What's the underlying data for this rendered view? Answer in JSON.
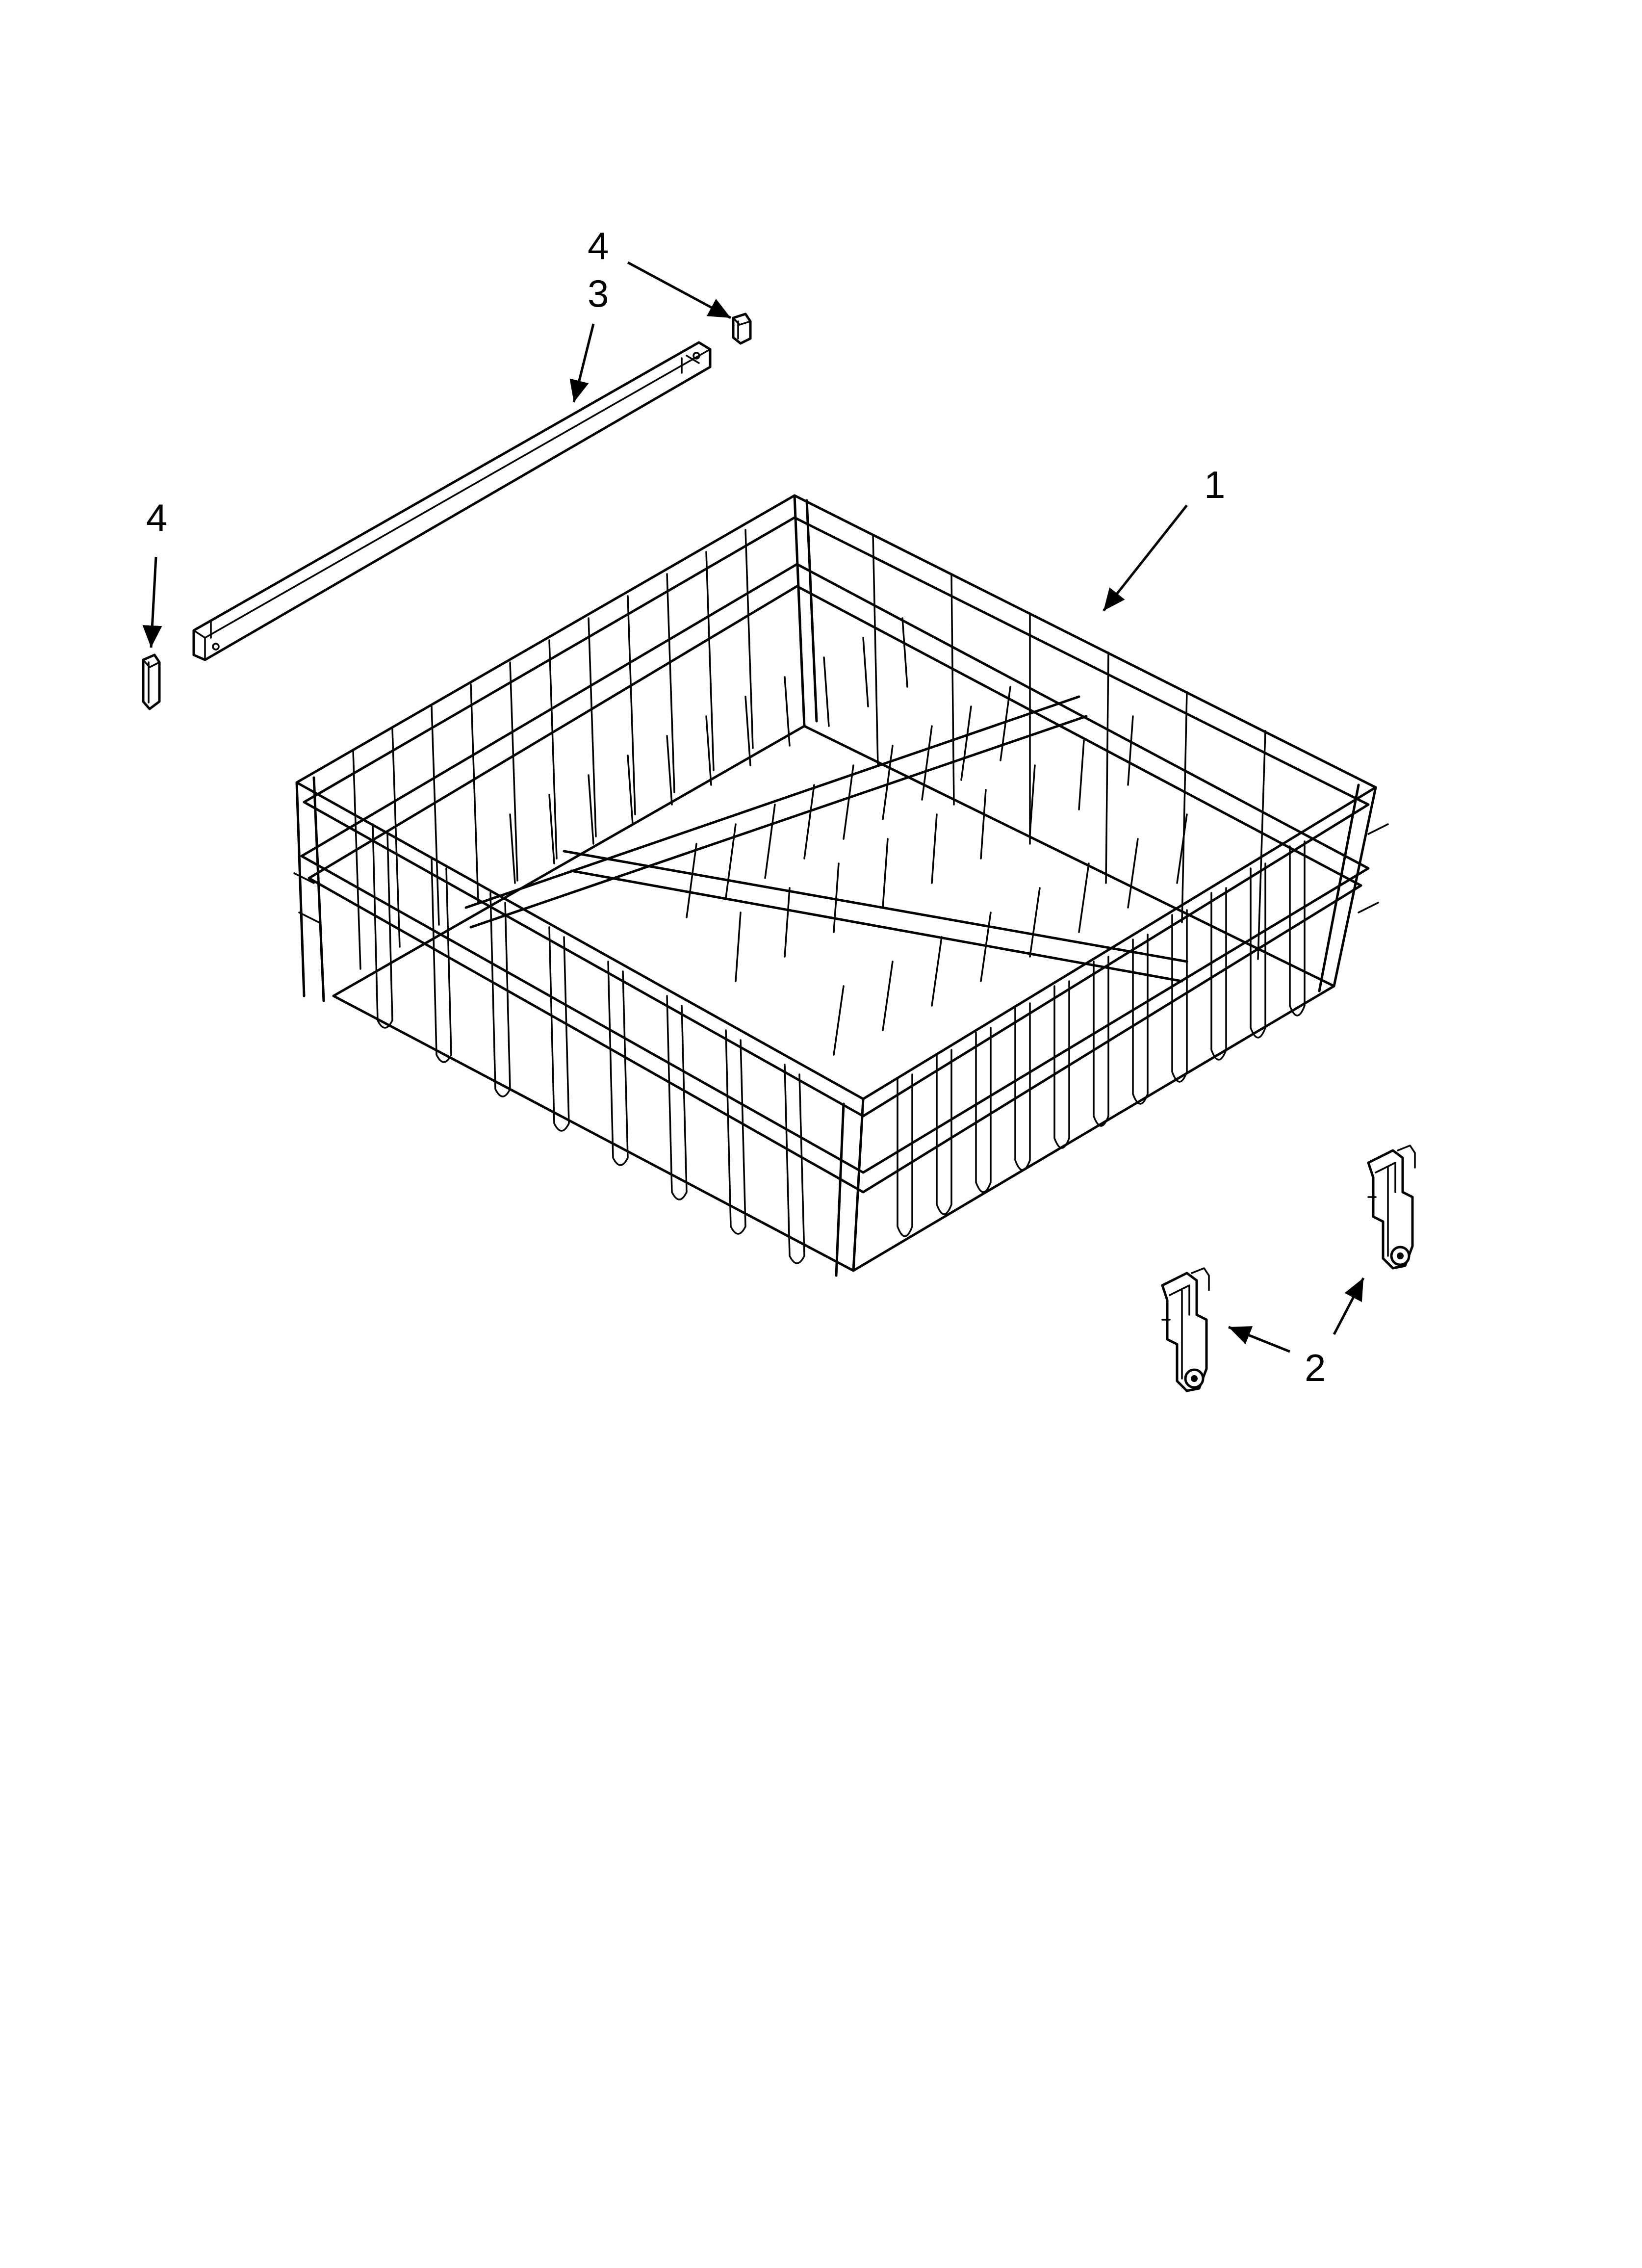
{
  "callouts": [
    {
      "id": "callout-1",
      "label": "1",
      "part": "upper-dishrack"
    },
    {
      "id": "callout-2",
      "label": "2",
      "part": "rack-roller-adjuster"
    },
    {
      "id": "callout-3",
      "label": "3",
      "part": "rack-track"
    },
    {
      "id": "callout-4a",
      "label": "4",
      "part": "track-stop"
    },
    {
      "id": "callout-4b",
      "label": "4",
      "part": "track-stop"
    }
  ],
  "colors": {
    "line": "#000000",
    "background": "#ffffff"
  }
}
